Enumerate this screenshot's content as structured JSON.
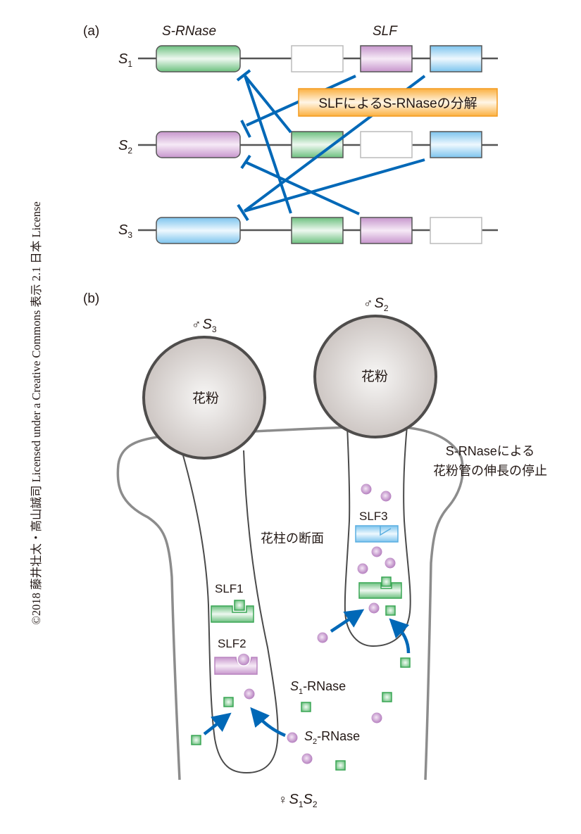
{
  "copyright": "©2018 藤井壮太・高山誠司 Licensed under a Creative Commons 表示 2.1 日本 License",
  "panel_a": {
    "label": "(a)",
    "header_srnase": "S-RNase",
    "header_slf": "SLF",
    "haplotypes": [
      {
        "name": "S",
        "sub": "1",
        "rnase_color": "green",
        "slf_colors": [
          "white",
          "purple",
          "blue"
        ]
      },
      {
        "name": "S",
        "sub": "2",
        "rnase_color": "purple",
        "slf_colors": [
          "green",
          "white",
          "blue"
        ]
      },
      {
        "name": "S",
        "sub": "3",
        "rnase_color": "blue",
        "slf_colors": [
          "green",
          "purple",
          "white"
        ]
      }
    ],
    "callout": "SLFによるS-RNaseの分解",
    "interactions": [
      {
        "from": "S1-SLF-purple",
        "to": "S2-RNase"
      },
      {
        "from": "S1-SLF-blue",
        "to": "S3-RNase"
      },
      {
        "from": "S2-SLF-green",
        "to": "S1-RNase"
      },
      {
        "from": "S2-SLF-blue",
        "to": "S3-RNase"
      },
      {
        "from": "S3-SLF-green",
        "to": "S1-RNase"
      },
      {
        "from": "S3-SLF-purple",
        "to": "S2-RNase"
      }
    ]
  },
  "panel_b": {
    "label": "(b)",
    "pollen_left": {
      "symbol": "♂",
      "name": "S",
      "sub": "3",
      "text": "花粉"
    },
    "pollen_right": {
      "symbol": "♂",
      "name": "S",
      "sub": "2",
      "text": "花粉"
    },
    "style_section": "花柱の断面",
    "arrest_line1": "S-RNaseによる",
    "arrest_line2": "花粉管の伸長の停止",
    "slf1": "SLF1",
    "slf2": "SLF2",
    "slf3": "SLF3",
    "s1_rnase": {
      "name": "S",
      "sub": "1",
      "suffix": "-RNase"
    },
    "s2_rnase": {
      "name": "S",
      "sub": "2",
      "suffix": "-RNase"
    },
    "female": {
      "symbol": "♀",
      "name1": "S",
      "sub1": "1",
      "name2": "S",
      "sub2": "2"
    }
  },
  "colors": {
    "green": "#3aa655",
    "purple": "#b985c0",
    "blue": "#5aaee0",
    "arrow_blue": "#0068b7",
    "callout_fill": "#fbb040",
    "outline_gray": "#8c8c8c"
  }
}
